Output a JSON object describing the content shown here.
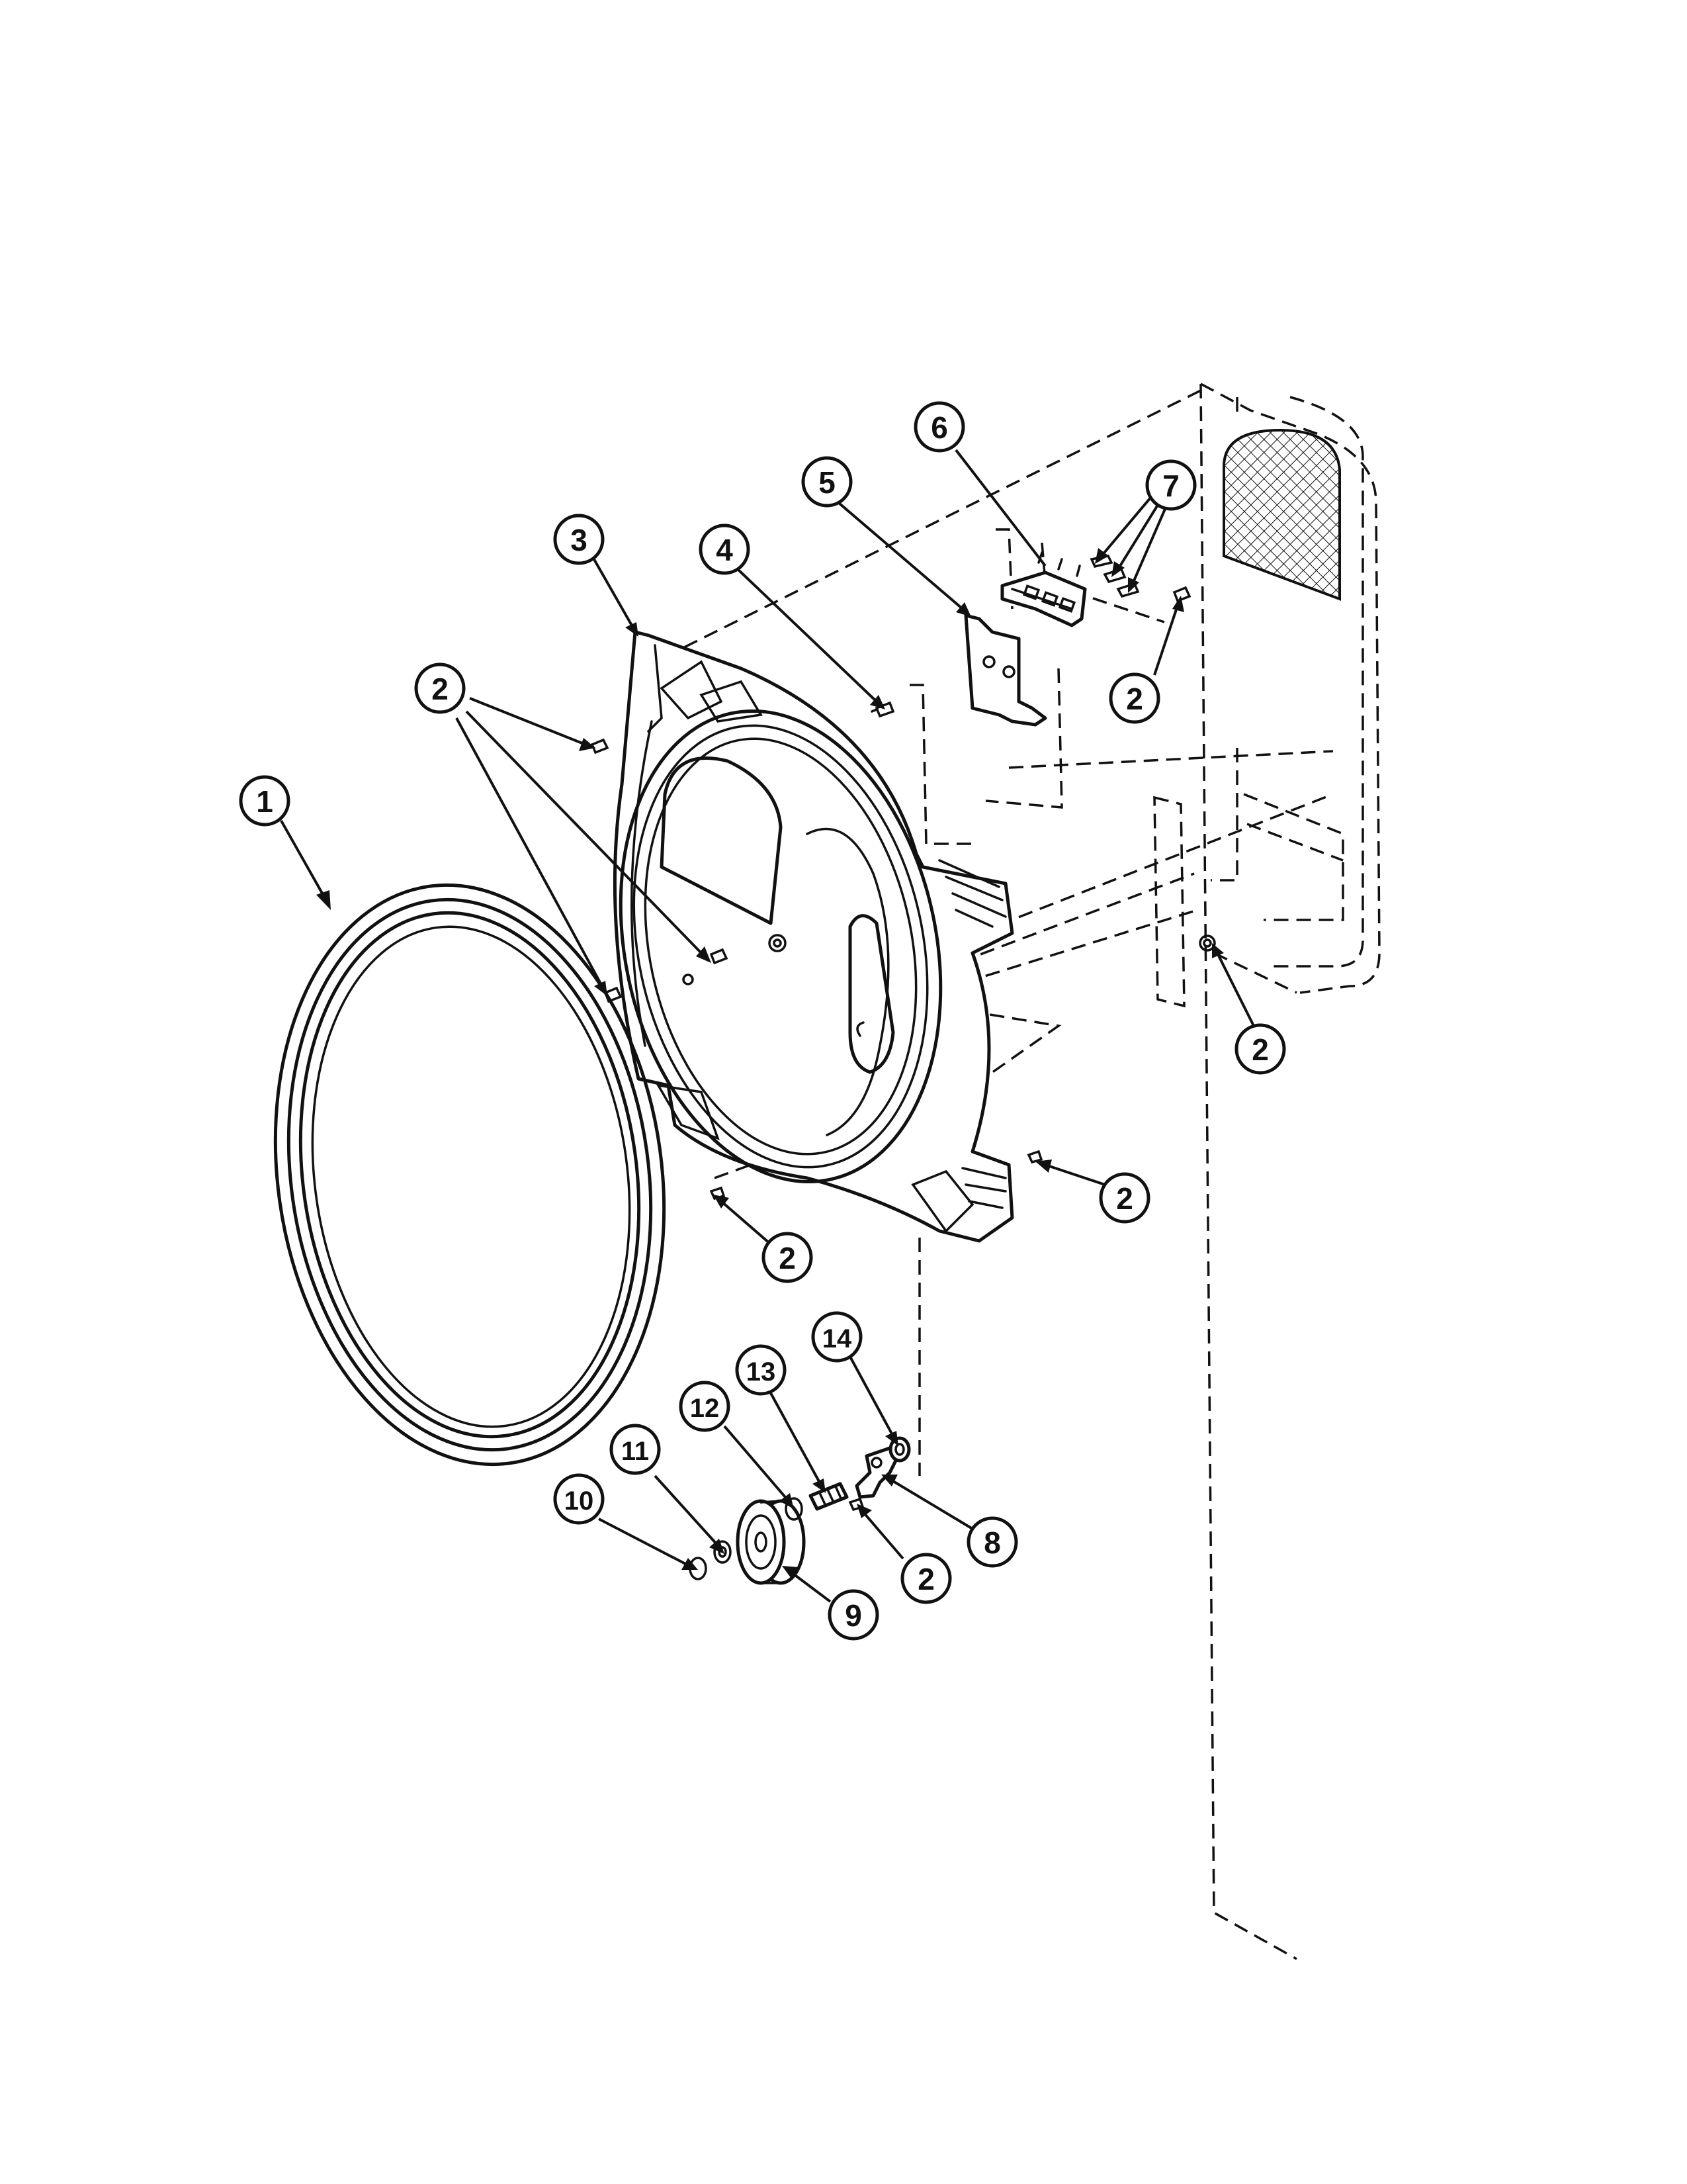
{
  "diagram": {
    "type": "exploded-parts-view",
    "callouts": [
      {
        "id": "c1",
        "label": "1"
      },
      {
        "id": "c2a",
        "label": "2"
      },
      {
        "id": "c2b",
        "label": "2"
      },
      {
        "id": "c2c",
        "label": "2"
      },
      {
        "id": "c2d",
        "label": "2"
      },
      {
        "id": "c2e",
        "label": "2"
      },
      {
        "id": "c2f",
        "label": "2"
      },
      {
        "id": "c3",
        "label": "3"
      },
      {
        "id": "c4",
        "label": "4"
      },
      {
        "id": "c5",
        "label": "5"
      },
      {
        "id": "c6",
        "label": "6"
      },
      {
        "id": "c7",
        "label": "7"
      },
      {
        "id": "c8",
        "label": "8"
      },
      {
        "id": "c9",
        "label": "9"
      },
      {
        "id": "c10",
        "label": "10"
      },
      {
        "id": "c11",
        "label": "11"
      },
      {
        "id": "c12",
        "label": "12"
      },
      {
        "id": "c13",
        "label": "13"
      },
      {
        "id": "c14",
        "label": "14"
      }
    ]
  }
}
